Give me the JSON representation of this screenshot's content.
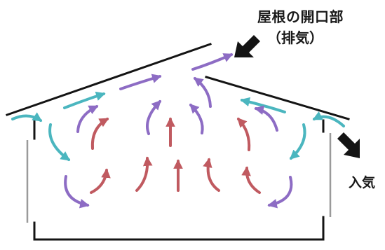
{
  "labels": {
    "roof_opening": "屋根の開口部",
    "exhaust": "（排気）",
    "intake": "入気"
  },
  "colors": {
    "structure": "#141414",
    "wall_inner": "#9a9a9a",
    "cool_airflow": "#4bb6bf",
    "mixed_airflow": "#8d6cc4",
    "warm_airflow": "#c05a60",
    "direction_arrow": "#141414"
  },
  "arrow_legend": {
    "cool_airflow": "teal-arrow",
    "mixed_airflow": "purple-arrow",
    "warm_airflow": "red-arrow"
  }
}
